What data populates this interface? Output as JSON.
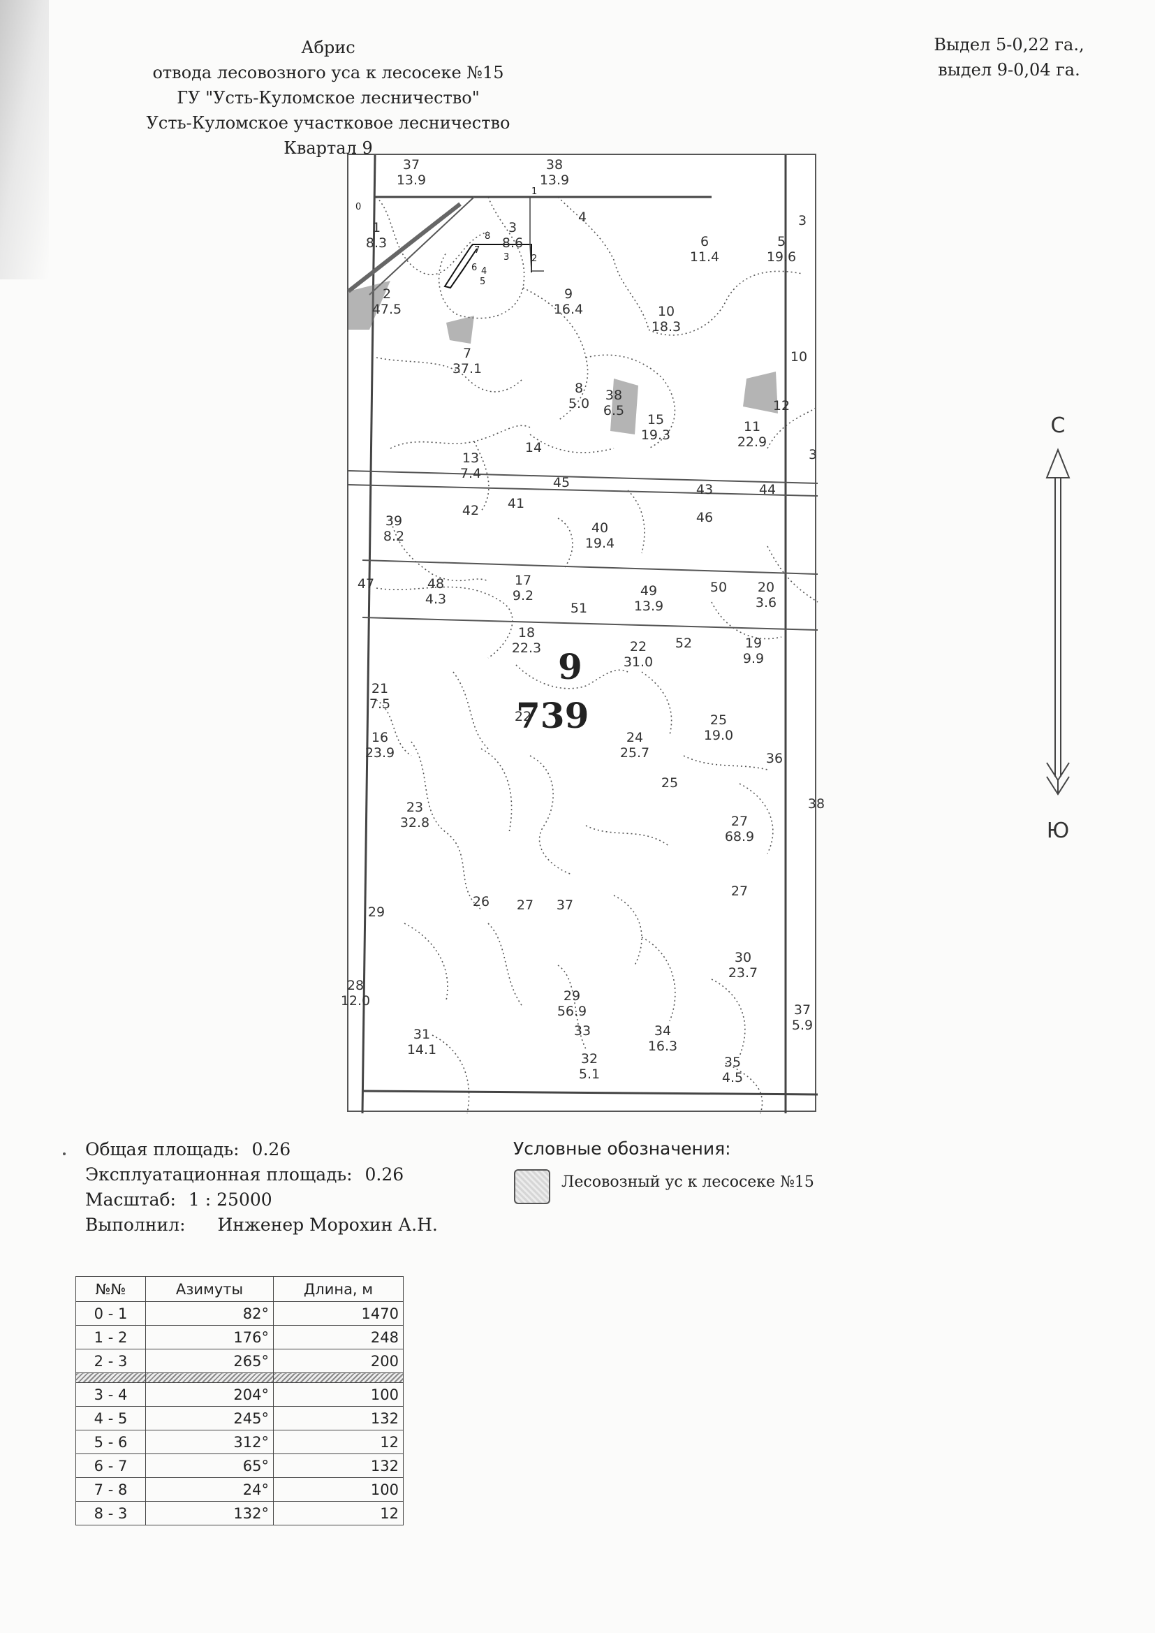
{
  "header": {
    "line1": "Абрис",
    "line2": "отвода лесовозного уса к лесосеке №15",
    "line3": "ГУ \"Усть-Куломское лесничество\"",
    "line4": "Усть-Куломское  участковое лесничество",
    "line5": "Квартал 9"
  },
  "vydel": {
    "line1": "Выдел 5-0,22 га.,",
    "line2": "выдел 9-0,04 га."
  },
  "compass": {
    "north": "С",
    "south": "Ю"
  },
  "map": {
    "quarter_number": "9",
    "quarter_area": "739",
    "labels": [
      [
        "37",
        "13.9"
      ],
      [
        "38",
        "13.9"
      ],
      [
        "1",
        "8.3"
      ],
      [
        "3",
        "8.6"
      ],
      [
        "4",
        ""
      ],
      [
        "6",
        "11.4"
      ],
      [
        "5",
        "19.6"
      ],
      [
        "2",
        "47.5"
      ],
      [
        "9",
        "16.4"
      ],
      [
        "10",
        "18.3"
      ],
      [
        "7",
        "37.1"
      ],
      [
        "8",
        "5.0"
      ],
      [
        "38",
        "6.5"
      ],
      [
        "15",
        "19.3"
      ],
      [
        "11",
        "22.9"
      ],
      [
        "13",
        "7.4"
      ],
      [
        "14",
        ""
      ],
      [
        "45",
        ""
      ],
      [
        "43",
        ""
      ],
      [
        "44",
        ""
      ],
      [
        "42",
        ""
      ],
      [
        "41",
        ""
      ],
      [
        "39",
        "8.2"
      ],
      [
        "40",
        "19.4"
      ],
      [
        "46",
        ""
      ],
      [
        "47",
        ""
      ],
      [
        "48",
        "4.3"
      ],
      [
        "17",
        "9.2"
      ],
      [
        "51",
        ""
      ],
      [
        "49",
        "13.9"
      ],
      [
        "50",
        ""
      ],
      [
        "20",
        "3.6"
      ],
      [
        "18",
        "22.3"
      ],
      [
        "22",
        "31.0"
      ],
      [
        "52",
        ""
      ],
      [
        "19",
        "9.9"
      ],
      [
        "21",
        "7.5"
      ],
      [
        "22",
        ""
      ],
      [
        "25",
        "19.0"
      ],
      [
        "16",
        "23.9"
      ],
      [
        "24",
        "25.7"
      ],
      [
        "36",
        ""
      ],
      [
        "25",
        ""
      ],
      [
        "23",
        "32.8"
      ],
      [
        "27",
        "68.9"
      ],
      [
        "29",
        ""
      ],
      [
        "26",
        ""
      ],
      [
        "27",
        ""
      ],
      [
        "37",
        ""
      ],
      [
        "27",
        ""
      ],
      [
        "30",
        "23.7"
      ],
      [
        "28",
        "12.0"
      ],
      [
        "29",
        "56.9"
      ],
      [
        "37",
        "5.9"
      ],
      [
        "31",
        "14.1"
      ],
      [
        "33",
        ""
      ],
      [
        "34",
        "16.3"
      ],
      [
        "32",
        "5.1"
      ],
      [
        "35",
        "4.5"
      ],
      [
        "3",
        ""
      ],
      [
        "10",
        ""
      ],
      [
        "12",
        ""
      ],
      [
        "3",
        ""
      ],
      [
        "38",
        ""
      ]
    ],
    "points": [
      "0",
      "1",
      "2",
      "3",
      "4",
      "5",
      "6",
      "7",
      "8"
    ]
  },
  "summary": {
    "total_area_label": "Общая площадь:",
    "total_area_value": "0.26",
    "exploit_area_label": "Эксплуатационная площадь:",
    "exploit_area_value": "0.26",
    "scale_label": "Масштаб:",
    "scale_value": "1 : 25000",
    "done_by_label": "Выполнил:",
    "done_by_value": "Инженер Морохин А.Н."
  },
  "legend": {
    "title": "Условные обозначения:",
    "item_label": "Лесовозный ус к лесосеке №15"
  },
  "table": {
    "headers": [
      "№№",
      "Азимуты",
      "Длина, м"
    ],
    "rows_top": [
      [
        "0 - 1",
        "82°",
        "1470"
      ],
      [
        "1 - 2",
        "176°",
        "248"
      ],
      [
        "2 - 3",
        "265°",
        "200"
      ]
    ],
    "rows_bottom": [
      [
        "3 - 4",
        "204°",
        "100"
      ],
      [
        "4 - 5",
        "245°",
        "132"
      ],
      [
        "5 - 6",
        "312°",
        "12"
      ],
      [
        "6 - 7",
        "65°",
        "132"
      ],
      [
        "7 - 8",
        "24°",
        "100"
      ],
      [
        "8 - 3",
        "132°",
        "12"
      ]
    ]
  }
}
